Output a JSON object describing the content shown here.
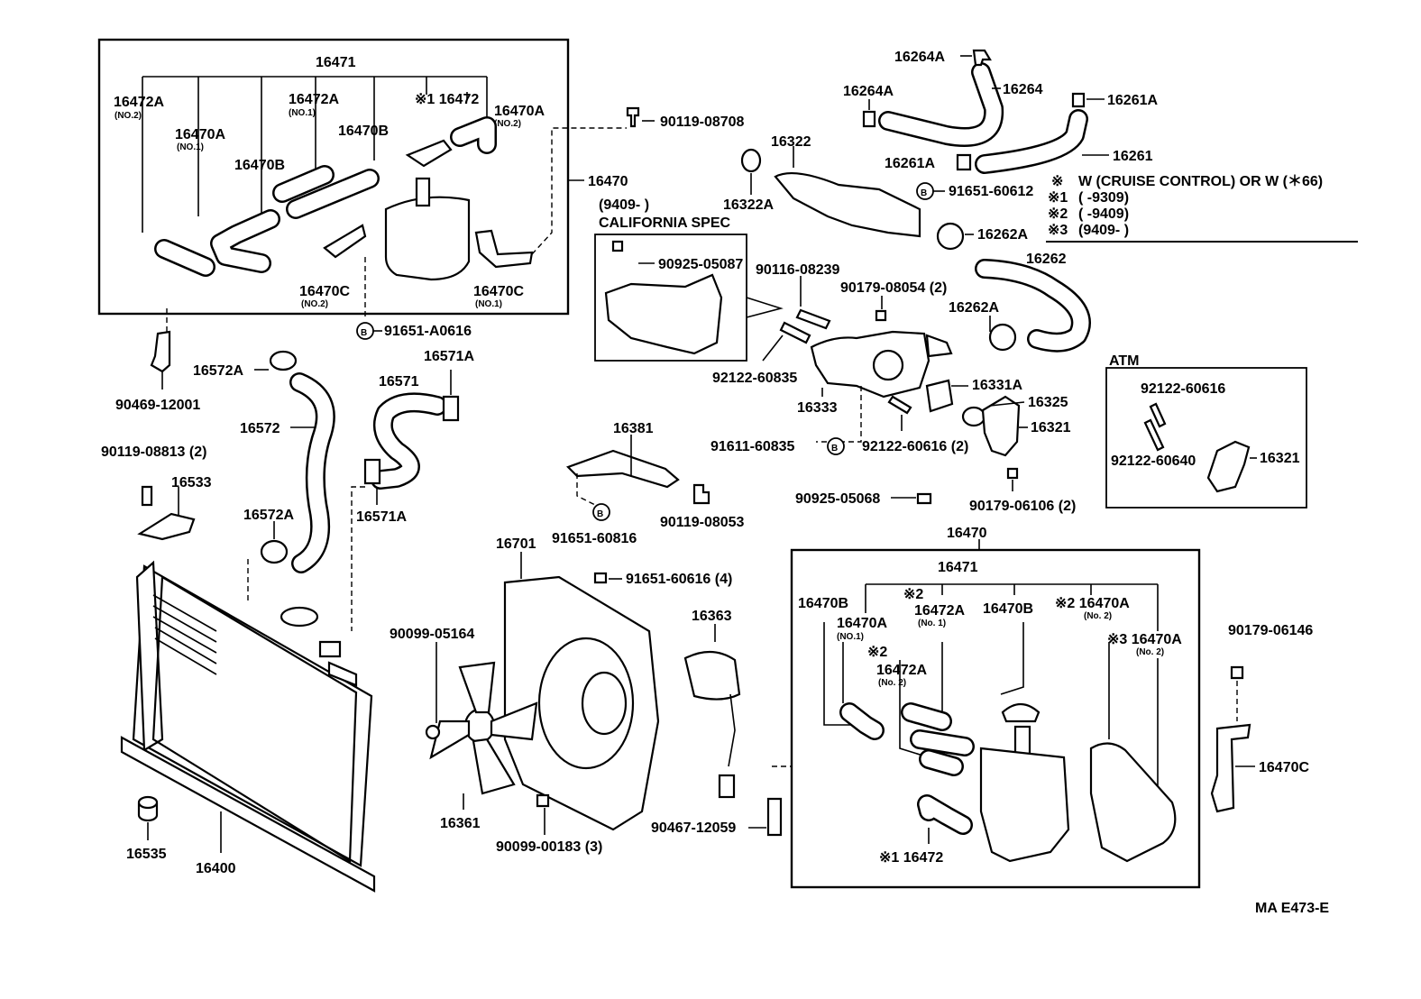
{
  "labels": {
    "l16471_top": "16471",
    "l16472A_no2": "16472A",
    "s_no2_a": "(NO.2)",
    "l16470A_no1": "16470A",
    "s_no1_a": "(NO.1)",
    "l16472A_no1": "16472A",
    "s_no1_b": "(NO.1)",
    "l16470B_a": "16470B",
    "l16470B_b": "16470B",
    "mark1_16472": "※1 16472",
    "l16470A_no2": "16470A",
    "s_no2_b": "(NO.2)",
    "l16470_top": "16470",
    "l16470C_no2": "16470C",
    "s_no2_c": "(NO.2)",
    "l16470C_no1": "16470C",
    "s_no1_c": "(NO.1)",
    "l91651A0616": "91651-A0616",
    "l90469_12001": "90469-12001",
    "l90119_08708": "90119-08708",
    "l16264A_top": "16264A",
    "l16264": "16264",
    "l16264A_mid": "16264A",
    "l16261A_top": "16261A",
    "l16322": "16322",
    "l16261A_mid": "16261A",
    "l16261": "16261",
    "l16322A": "16322A",
    "l91651_60612": "91651-60612",
    "l16262A_top": "16262A",
    "note_star": "※",
    "note_star_text": "W (CRUISE CONTROL) OR W (＊66)",
    "note_1": "※1",
    "note_1_text": "(        -9309)",
    "note_2": "※2",
    "note_2_text": "(        -9409)",
    "note_3": "※3",
    "note_3_text": "(9409-        )",
    "cal_date": "(9409-         )",
    "cal_spec": "CALIFORNIA  SPEC",
    "l90925_05087": "90925-05087",
    "l90116_08239": "90116-08239",
    "l90179_08054": "90179-08054 (2)",
    "l16262": "16262",
    "l16262A_mid": "16262A",
    "l92122_60835": "92122-60835",
    "l16331A": "16331A",
    "l16333": "16333",
    "l16325": "16325",
    "l16321_a": "16321",
    "l92122_60616_2": "92122-60616 (2)",
    "l91611_60835": "91611-60835",
    "l90925_05068": "90925-05068",
    "l90179_06106": "90179-06106 (2)",
    "atm": "ATM",
    "l92122_60616": "92122-60616",
    "l92122_60640": "92122-60640",
    "l16321_b": "16321",
    "l16572A_top": "16572A",
    "l16571A_top": "16571A",
    "l16571": "16571",
    "l16572": "16572",
    "l90119_08813": "90119-08813 (2)",
    "l16533": "16533",
    "l16572A_mid": "16572A",
    "l16571A_mid": "16571A",
    "l16381": "16381",
    "l91651_60816": "91651-60816",
    "l90119_08053": "90119-08053",
    "l16701": "16701",
    "l91651_60616_4": "91651-60616 (4)",
    "l16363": "16363",
    "l90099_05164": "90099-05164",
    "l16361": "16361",
    "l90099_00183": "90099-00183 (3)",
    "l90467_12059": "90467-12059",
    "l16535": "16535",
    "l16400": "16400",
    "l16470_bot": "16470",
    "l16471_bot": "16471",
    "l16470B_c": "16470B",
    "mark2_a": "※2",
    "l16472A_no1_b": "16472A",
    "s_no1_d": "(No. 1)",
    "l16470B_d": "16470B",
    "mark2_16470A": "※2 16470A",
    "s_no2_d": "(No. 2)",
    "l16470A_no1_b": "16470A",
    "s_no1_e": "(NO.1)",
    "mark3_16470A": "※3 16470A",
    "s_no2_e": "(No. 2)",
    "mark2_b": "※2",
    "l16472A_no2_b": "16472A",
    "s_no2_f": "(No. 2)",
    "mark1_16472_b": "※1 16472",
    "l90179_06146": "90179-06146",
    "l16470C_right": "16470C",
    "code": "MA  E473-E",
    "b1": "B",
    "b2": "B",
    "b3": "B",
    "b4": "B"
  }
}
